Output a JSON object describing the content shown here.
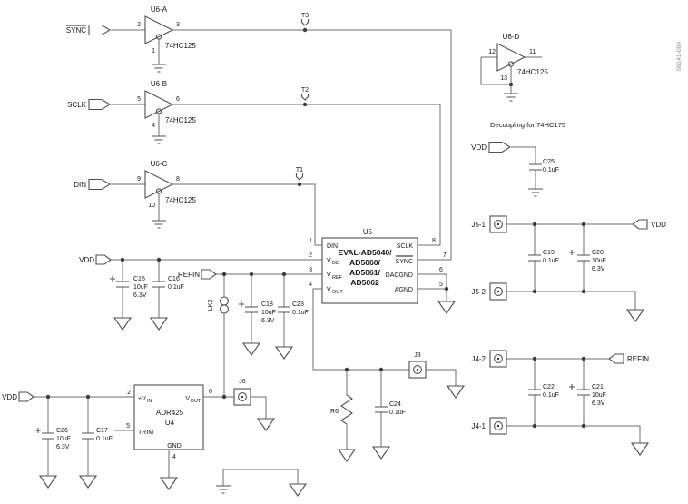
{
  "figure_number": "06141-004",
  "colors": {
    "wire": "#6e6e6e",
    "symbol": "#4f4f4f",
    "text": "#151515"
  },
  "nets": {
    "sync": "SYNC",
    "sclk": "SCLK",
    "din": "DIN",
    "vdd": "VDD",
    "refin": "REFIN"
  },
  "test_points": {
    "t1": "T1",
    "t2": "T2",
    "t3": "T3"
  },
  "notes": {
    "decoupling": "Decoupling for 74HC175"
  },
  "buffers": {
    "u6a": {
      "ref": "U6-A",
      "part": "74HC125",
      "pin_in": "2",
      "pin_out": "3",
      "pin_en": "1"
    },
    "u6b": {
      "ref": "U6-B",
      "part": "74HC125",
      "pin_in": "5",
      "pin_out": "6",
      "pin_en": "4"
    },
    "u6c": {
      "ref": "U6-C",
      "part": "74HC125",
      "pin_in": "9",
      "pin_out": "8",
      "pin_en": "10"
    },
    "u6d": {
      "ref": "U6-D",
      "part": "74HC125",
      "pin_in": "12",
      "pin_out": "11",
      "pin_en": "13"
    }
  },
  "dac": {
    "ref": "U5",
    "name_line1": "EVAL-AD5040/",
    "name_line2": "AD5060/",
    "name_line3": "AD5061/",
    "name_line4": "AD5062",
    "pins": {
      "din": {
        "num": "1",
        "label": "DIN"
      },
      "vdd": {
        "num": "2",
        "label": "V",
        "sub": "DD"
      },
      "vref": {
        "num": "3",
        "label": "V",
        "sub": "REF"
      },
      "vout": {
        "num": "4",
        "label": "V",
        "sub": "OUT"
      },
      "sclk": {
        "num": "8",
        "label": "SCLK"
      },
      "sync": {
        "num": "7",
        "label": "SYNC"
      },
      "dacgnd": {
        "num": "6",
        "label": "DACGND"
      },
      "agnd": {
        "num": "5",
        "label": "AGND"
      }
    }
  },
  "vref_ic": {
    "ref": "U4",
    "part": "ADR425",
    "pins": {
      "vin": {
        "num": "2",
        "label": "+V",
        "sub": "IN"
      },
      "vout": {
        "num": "6",
        "label": "V",
        "sub": "OUT"
      },
      "trim": {
        "num": "5",
        "label": "TRIM"
      },
      "gnd": {
        "num": "4",
        "label": "GND"
      }
    }
  },
  "capacitors": {
    "c15": {
      "ref": "C15",
      "value": "10uF",
      "rating": "6.3V"
    },
    "c16": {
      "ref": "C16",
      "value": "0.1uF"
    },
    "c17": {
      "ref": "C17",
      "value": "0.1uF"
    },
    "c18": {
      "ref": "C18",
      "value": "10uF",
      "rating": "6.3V"
    },
    "c19": {
      "ref": "C19",
      "value": "0.1uF"
    },
    "c20": {
      "ref": "C20",
      "value": "10uF",
      "rating": "6.3V"
    },
    "c21": {
      "ref": "C21",
      "value": "10uF",
      "rating": "6.3V"
    },
    "c22": {
      "ref": "C22",
      "value": "0.1uF"
    },
    "c23": {
      "ref": "C23",
      "value": "0.1uF"
    },
    "c24": {
      "ref": "C24",
      "value": "0.1uF"
    },
    "c25": {
      "ref": "C25",
      "value": "0.1uF"
    },
    "c26": {
      "ref": "C26",
      "value": "10uF",
      "rating": "6.3V"
    }
  },
  "resistors": {
    "r6": {
      "ref": "R6"
    }
  },
  "links": {
    "lk2": {
      "ref": "LK2"
    }
  },
  "connectors": {
    "j3": "J3",
    "j6": "J6",
    "j5_1": "J5-1",
    "j5_2": "J5-2",
    "j4_2": "J4-2",
    "j4_1": "J4-1"
  }
}
